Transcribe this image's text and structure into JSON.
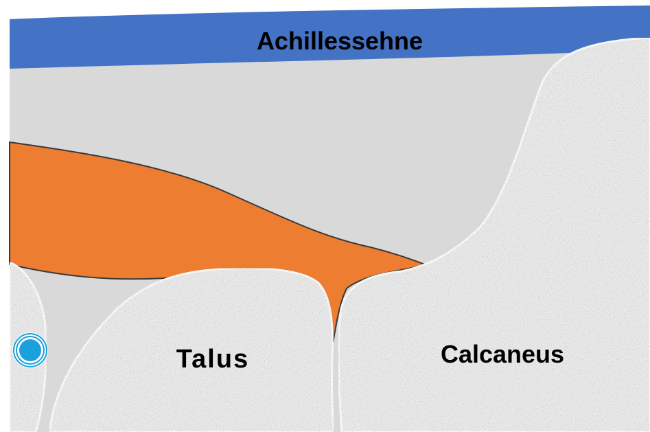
{
  "labels": {
    "tendon": "Achillessehne",
    "talus": "Talus",
    "calcaneus": "Calcaneus"
  },
  "colors": {
    "background": "#ffffff",
    "soft_tissue": "#d9d9d9",
    "tendon": "#4472c4",
    "fat_pad": "#ed7d31",
    "bone": "#ececec",
    "bone_outline": "#ffffff",
    "fat_outline": "#3a3a3a",
    "marker": "#1aa0dc"
  },
  "icons": {
    "marker": "target-marker-icon"
  }
}
